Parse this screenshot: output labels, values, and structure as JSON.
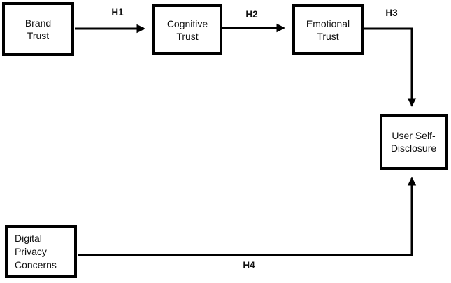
{
  "diagram": {
    "type": "path-model",
    "background_color": "#ffffff",
    "line_color": "#000000",
    "box_border_color": "#000000",
    "text_color": "#111111",
    "nodes": [
      {
        "id": "brand-trust",
        "label": "Brand\nTrust"
      },
      {
        "id": "cognitive-trust",
        "label": "Cognitive\nTrust"
      },
      {
        "id": "emotional-trust",
        "label": "Emotional\nTrust"
      },
      {
        "id": "user-self-disclosure",
        "label": "User Self-\nDisclosure"
      },
      {
        "id": "digital-privacy-concerns",
        "label": "Digital\nPrivacy\nConcerns"
      }
    ],
    "edges": [
      {
        "id": "h1",
        "label": "H1",
        "from": "Brand Trust",
        "to": "Cognitive Trust",
        "shape": "straight-right"
      },
      {
        "id": "h2",
        "label": "H2",
        "from": "Cognitive Trust",
        "to": "Emotional Trust",
        "shape": "straight-right"
      },
      {
        "id": "h3",
        "label": "H3",
        "from": "Emotional Trust",
        "to": "User Self-Disclosure",
        "shape": "elbow-right-down"
      },
      {
        "id": "h4",
        "label": "H4",
        "from": "Digital Privacy Concerns",
        "to": "User Self-Disclosure",
        "shape": "elbow-right-up"
      }
    ]
  }
}
